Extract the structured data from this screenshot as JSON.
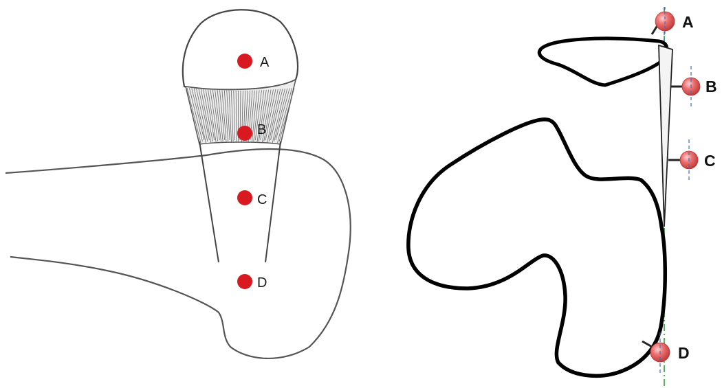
{
  "left_panel": {
    "markers": [
      {
        "label": "A"
      },
      {
        "label": "B"
      },
      {
        "label": "C"
      },
      {
        "label": "D"
      }
    ]
  },
  "right_panel": {
    "markers": [
      {
        "label": "A"
      },
      {
        "label": "B"
      },
      {
        "label": "C"
      },
      {
        "label": "D"
      }
    ]
  },
  "colors": {
    "marker_red": "#d8191f",
    "sphere_pink": "#e96a6a",
    "outline": "#000000",
    "sketch_line": "#444444",
    "axis_green": "#2e9a2e",
    "axis_blue": "#3a6fc4"
  }
}
